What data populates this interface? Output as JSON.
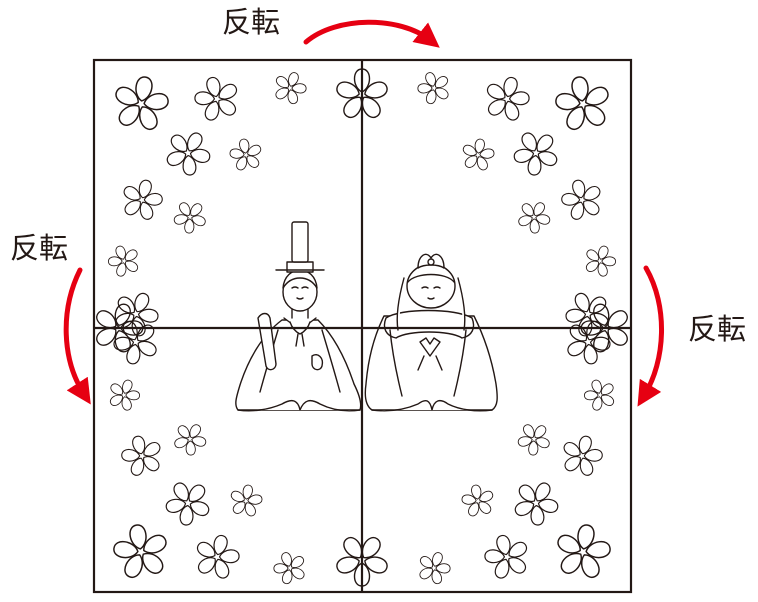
{
  "labels": {
    "top": "反転",
    "left": "反転",
    "right": "反転"
  },
  "colors": {
    "line": "#231815",
    "arrow": "#e60012",
    "background": "#ffffff"
  },
  "icons": [
    "cherry-blossom-icon",
    "curved-arrow-icon",
    "odairisama-figure",
    "ohinasama-figure"
  ]
}
